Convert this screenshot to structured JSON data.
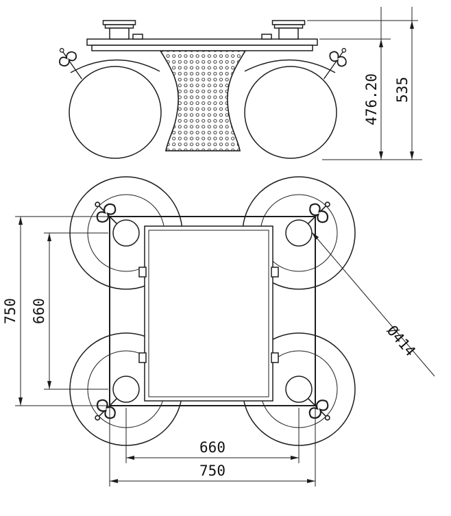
{
  "page": {
    "background": "#ffffff",
    "ink": "#1c1c1c",
    "type": "technical-drawing-two-views"
  },
  "labels": {
    "front_inner_height": "476.20",
    "front_overall_height": "535",
    "plan_outer_height": "750",
    "plan_inner_height": "660",
    "plan_inner_width": "660",
    "plan_outer_width": "750",
    "float_diameter": "Ø414"
  }
}
